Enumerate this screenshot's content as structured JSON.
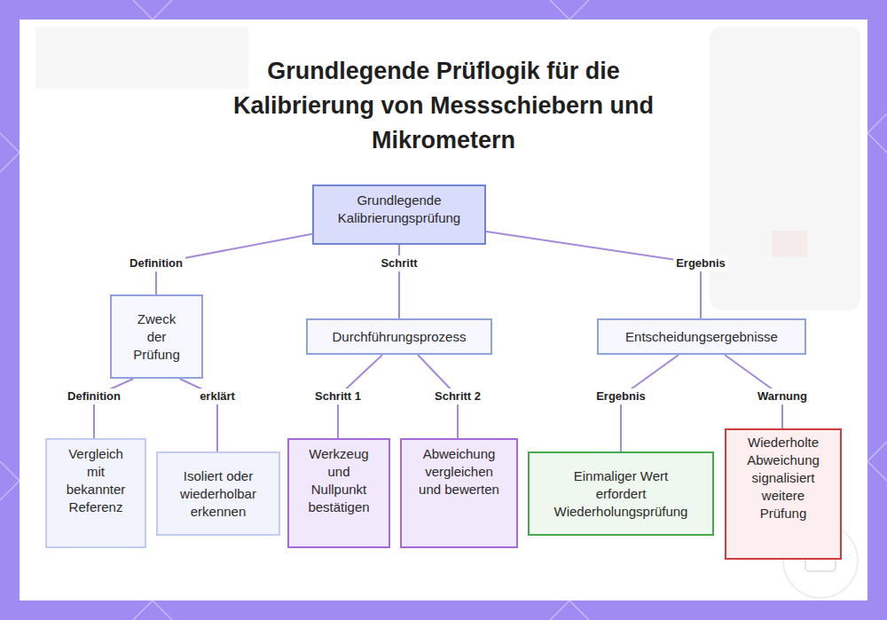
{
  "diagram": {
    "title": "Grundlegende Prüflogik für die Kalibrierung von Messschiebern und Mikrometern",
    "nodes": [
      {
        "text": [
          "Grundlegende Kalibrierungsprüfung"
        ]
      },
      {
        "text": [
          "Zweck der Prüfung"
        ]
      },
      {
        "text": [
          "Durchführungsprozess"
        ]
      },
      {
        "text": [
          "Entscheidungsergebnisse"
        ]
      },
      {
        "text": [
          "Vergleich mit bekannter Referenz"
        ]
      },
      {
        "text": [
          "Isoliert oder wiederholbar erkennen"
        ]
      },
      {
        "text": [
          "Werkzeug und Nullpunkt bestätigen"
        ]
      },
      {
        "text": [
          "Abweichung vergleichen und bewerten"
        ]
      },
      {
        "text": [
          "Einmaliger Wert erfordert Wiederholungsprüfung"
        ]
      },
      {
        "text": [
          "Wiederholte Abweichung signalisiert weitere Prüfung"
        ]
      }
    ],
    "edges": [
      {
        "from": 0,
        "to": 1,
        "arrow": "none",
        "label": "Definition"
      },
      {
        "from": 0,
        "to": 2,
        "arrow": "none",
        "label": "Schritt"
      },
      {
        "from": 0,
        "to": 3,
        "arrow": "none",
        "label": "Ergebnis"
      },
      {
        "from": 1,
        "to": 4,
        "arrow": "none",
        "label": "Definition"
      },
      {
        "from": 1,
        "to": 5,
        "arrow": "none",
        "label": "erklärt"
      },
      {
        "from": 2,
        "to": 6,
        "arrow": "none",
        "label": "Schritt 1"
      },
      {
        "from": 2,
        "to": 7,
        "arrow": "none",
        "label": "Schritt 2"
      },
      {
        "from": 3,
        "to": 8,
        "arrow": "none",
        "label": "Ergebnis"
      },
      {
        "from": 3,
        "to": 9,
        "arrow": "none",
        "label": "Warnung"
      }
    ]
  }
}
